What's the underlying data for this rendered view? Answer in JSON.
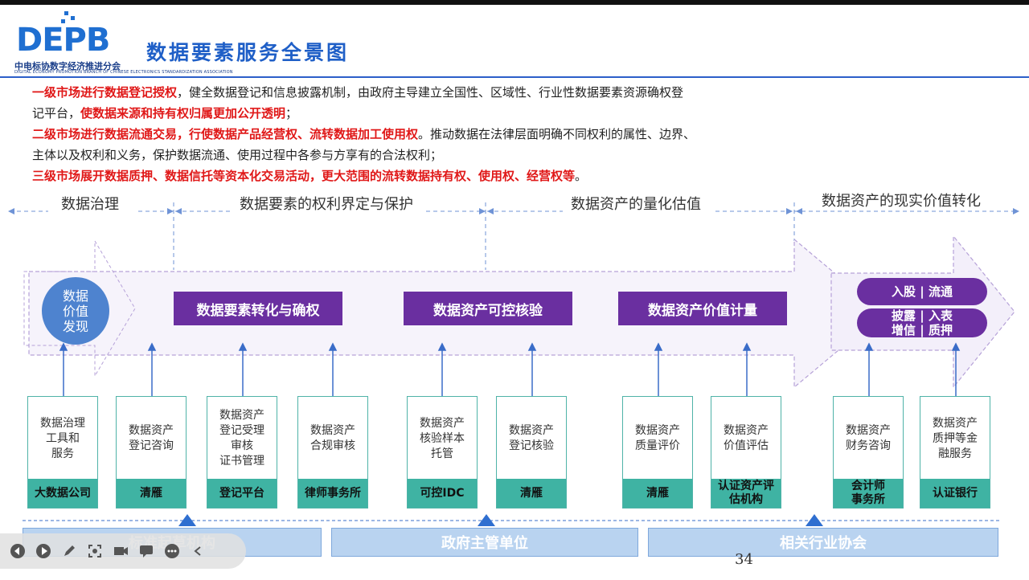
{
  "header": {
    "logo_text": "DEPB",
    "logo_cn": "中电标协数字经济推进分会",
    "logo_en": "DIGITAL ECONOMY PROMOTION BRANCH OF CHINESE ELECTRONICS STANDARDIZATION ASSOCIATION",
    "title": "数据要素服务全景图"
  },
  "paragraphs": {
    "p1_red": "一级市场进行数据登记授权",
    "p1_black": "，健全数据登记和信息披露机制，由政府主导建立全国性、区域性、行业性数据要素资源确权登",
    "p2_black": "记平台，",
    "p2_red": "使数据来源和持有权归属更加公开透明",
    "p2_end": "；",
    "p3_red": "二级市场进行数据流通交易，行使数据产品经营权、流转数据加工使用权",
    "p3_black": "。推动数据在法律层面明确不同权利的属性、边界、",
    "p4_black": "主体以及权利和义务，保护数据流通、使用过程中各参与方享有的合法权利；",
    "p5_red": "三级市场展开数据质押、数据信托等资本化交易活动，更大范围的流转数据持有权、使用权、经营权等",
    "p5_end": "。"
  },
  "phases": [
    "数据治理",
    "数据要素的权利界定与保护",
    "数据资产的量化估值",
    "数据资产的现实价值转化"
  ],
  "circle": [
    "数据",
    "价值",
    "发现"
  ],
  "stages": [
    "数据要素转化与确权",
    "数据资产可控核验",
    "数据资产价值计量"
  ],
  "pills": {
    "top": "入股 | 流通",
    "bottom_line1": "披露 | 入表",
    "bottom_line2": "增信 | 质押"
  },
  "cards": [
    {
      "lines": [
        "数据治理",
        "工具和",
        "服务"
      ],
      "foot": [
        "大数据公司"
      ]
    },
    {
      "lines": [
        "数据资产",
        "登记咨询"
      ],
      "foot": [
        "清雁"
      ]
    },
    {
      "lines": [
        "数据资产",
        "登记受理",
        "审核",
        "证书管理"
      ],
      "foot": [
        "登记平台"
      ]
    },
    {
      "lines": [
        "数据资产",
        "合规审核"
      ],
      "foot": [
        "律师事务所"
      ]
    },
    {
      "lines": [
        "数据资产",
        "核验样本",
        "托管"
      ],
      "foot": [
        "可控IDC"
      ]
    },
    {
      "lines": [
        "数据资产",
        "登记核验"
      ],
      "foot": [
        "清雁"
      ]
    },
    {
      "lines": [
        "数据资产",
        "质量评价"
      ],
      "foot": [
        "清雁"
      ]
    },
    {
      "lines": [
        "数据资产",
        "价值评估"
      ],
      "foot": [
        "认证资产评",
        "估机构"
      ]
    },
    {
      "lines": [
        "数据资产",
        "财务咨询"
      ],
      "foot": [
        "会计师",
        "事务所"
      ]
    },
    {
      "lines": [
        "数据资产",
        "质押等金",
        "融服务"
      ],
      "foot": [
        "认证银行"
      ]
    }
  ],
  "bottom": [
    "标准起草机构",
    "政府主管单位",
    "相关行业协会"
  ],
  "page_number": "34",
  "colors": {
    "purple": "#6a2fa0",
    "teal": "#3fb3a3",
    "blue_title": "#1f5fc7",
    "red": "#e01818"
  }
}
